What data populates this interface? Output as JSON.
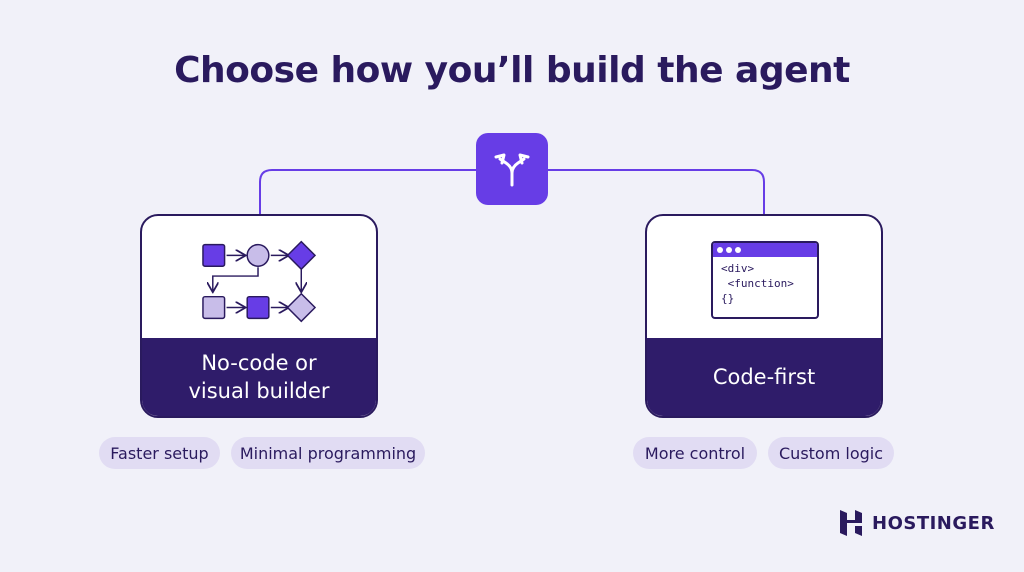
{
  "title": "Choose how you’ll build the agent",
  "options": [
    {
      "label": "No-code or\nvisual builder",
      "tags": [
        "Faster setup",
        "Minimal programming"
      ]
    },
    {
      "label": "Code-first",
      "tags": [
        "More control",
        "Custom logic"
      ],
      "code_lines": [
        "<div>",
        " <function>",
        "{}"
      ]
    }
  ],
  "brand": {
    "name": "HOSTINGER"
  },
  "colors": {
    "accent": "#673de6",
    "dark": "#2f1c6a",
    "pill": "#e1dcf3",
    "background": "#f1f1f9"
  },
  "icons": {
    "fork": "split-arrows-icon",
    "flow": "flowchart-icon",
    "code": "code-window-icon",
    "logo": "hostinger-logo-icon"
  }
}
